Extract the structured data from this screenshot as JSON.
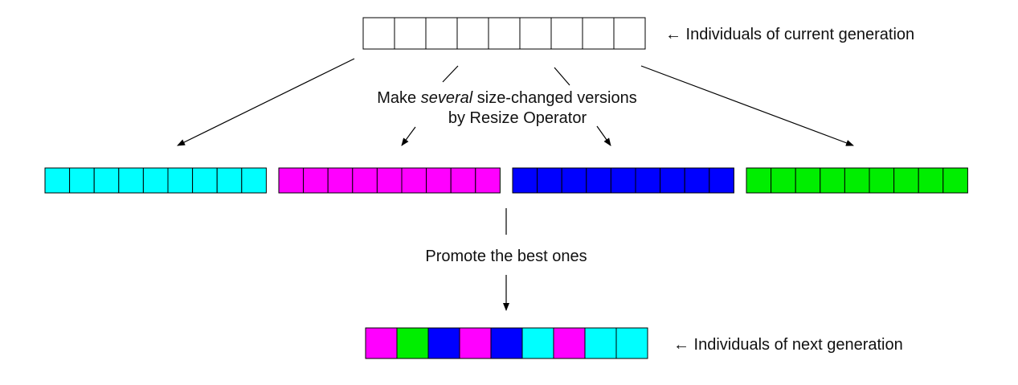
{
  "colors": {
    "cyan": "#00ffff",
    "magenta": "#ff00ff",
    "blue": "#0000ff",
    "green": "#00ee00",
    "empty": "#ffffff",
    "stroke": "#000000"
  },
  "current_generation": {
    "label": "← Individuals of current generation",
    "cells": [
      "empty",
      "empty",
      "empty",
      "empty",
      "empty",
      "empty",
      "empty",
      "empty",
      "empty"
    ]
  },
  "resize_step": {
    "label_before": "Make ",
    "label_emphasis": "several",
    "label_after": " size-changed versions",
    "label_line2": "by Resize Operator"
  },
  "versions": [
    {
      "color": "cyan",
      "cells": 9
    },
    {
      "color": "magenta",
      "cells": 9
    },
    {
      "color": "blue",
      "cells": 9
    },
    {
      "color": "green",
      "cells": 9
    }
  ],
  "promote_step": {
    "label": "Promote the best ones"
  },
  "next_generation": {
    "label": "← Individuals of next generation",
    "cells": [
      "magenta",
      "green",
      "blue",
      "magenta",
      "blue",
      "cyan",
      "magenta",
      "cyan",
      "cyan"
    ]
  }
}
